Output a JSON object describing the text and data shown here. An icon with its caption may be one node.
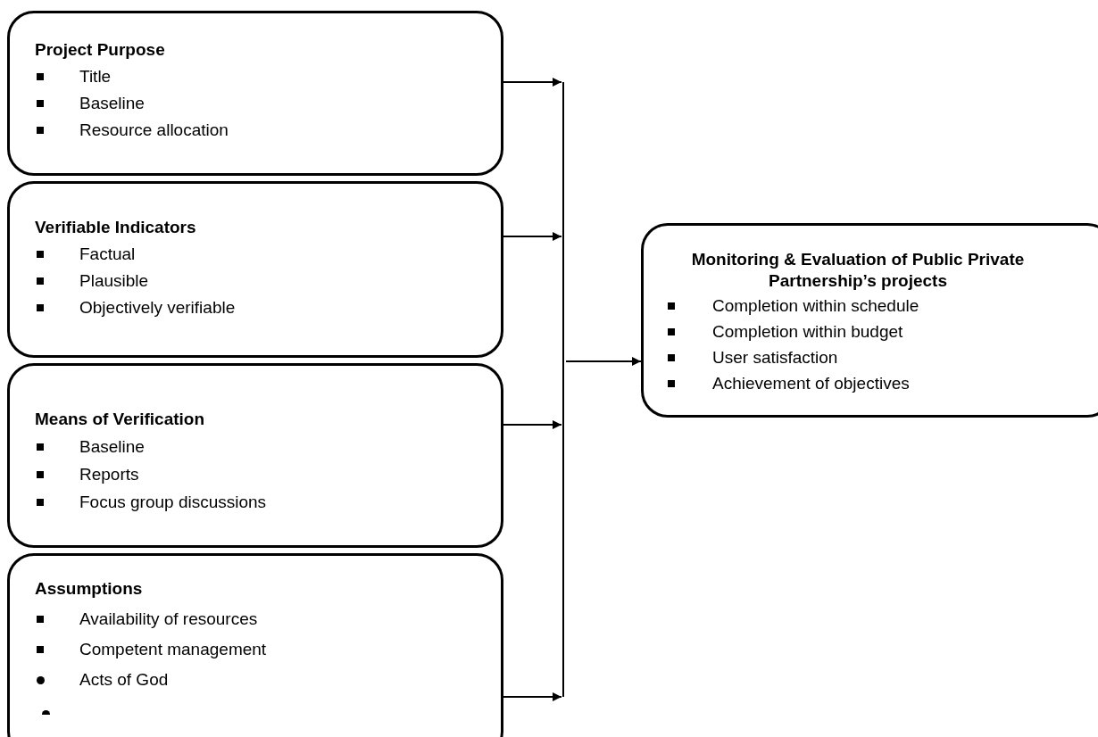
{
  "diagram": {
    "nodes": [
      {
        "text": [
          "Project Purpose",
          "Title",
          "Baseline",
          "Resource allocation"
        ]
      },
      {
        "text": [
          "Verifiable Indicators",
          "Factual",
          "Plausible",
          "Objectively verifiable"
        ]
      },
      {
        "text": [
          "Means of Verification",
          "Baseline",
          "Reports",
          "Focus group discussions"
        ]
      },
      {
        "text": [
          "Assumptions",
          "Availability of resources",
          "Competent management",
          "Acts of God"
        ]
      },
      {
        "text": [
          "Monitoring & Evaluation of Public Private Partnership’s projects",
          "Completion within schedule",
          "Completion within budget",
          "User satisfaction",
          "Achievement of objectives"
        ]
      }
    ],
    "edges": [
      {
        "from": 0,
        "to": 4,
        "arrow": "to"
      },
      {
        "from": 1,
        "to": 4,
        "arrow": "to"
      },
      {
        "from": 2,
        "to": 4,
        "arrow": "to"
      },
      {
        "from": 3,
        "to": 4,
        "arrow": "to"
      }
    ]
  }
}
